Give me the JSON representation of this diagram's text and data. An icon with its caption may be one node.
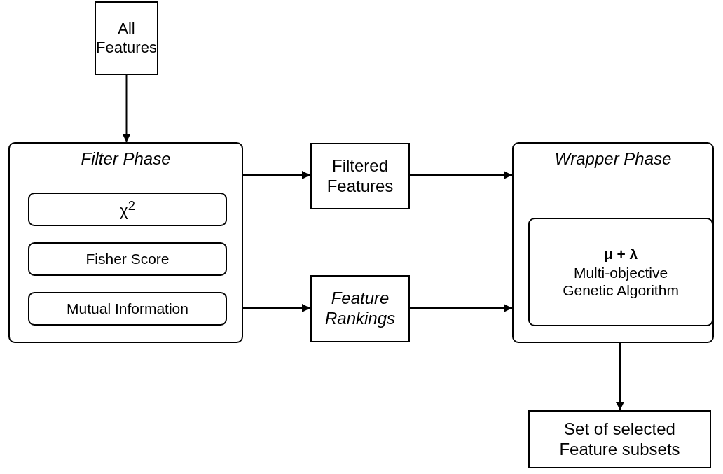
{
  "diagram": {
    "nodes": [
      {
        "text": [
          "All Features"
        ]
      },
      {
        "text": [
          "Filter Phase"
        ]
      },
      {
        "text": [
          "χ$^{2}$"
        ],
        "in": 1
      },
      {
        "text": [
          "Fisher Score"
        ],
        "in": 1
      },
      {
        "text": [
          "Mutual Information"
        ],
        "in": 1
      },
      {
        "text": [
          "Filtered Features"
        ]
      },
      {
        "text": [
          "Feature Rankings"
        ]
      },
      {
        "text": [
          "Wrapper Phase"
        ]
      },
      {
        "text": [
          "μ + λ",
          "Multi-objective Genetic Algorithm"
        ],
        "in": 7
      },
      {
        "text": [
          "Set of selected Feature subsets"
        ]
      }
    ],
    "edges": [
      {
        "from": 0,
        "to": 1,
        "arrow": "to"
      },
      {
        "from": 1,
        "to": 5,
        "arrow": "to"
      },
      {
        "from": 5,
        "to": 7,
        "arrow": "to"
      },
      {
        "from": 1,
        "to": 6,
        "arrow": "to"
      },
      {
        "from": 6,
        "to": 7,
        "arrow": "to"
      },
      {
        "from": 7,
        "to": 9,
        "arrow": "to"
      }
    ]
  }
}
